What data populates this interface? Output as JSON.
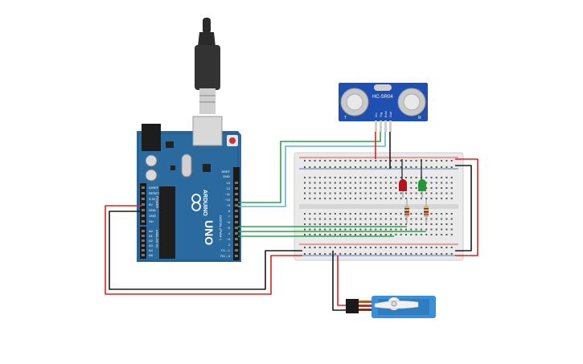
{
  "arduino": {
    "brand": "ARDUINO",
    "model": "UNO",
    "digital_label": "DIGITAL (PWM~)",
    "power_label": "POWER",
    "analog_label": "ANALOG IN",
    "aref": "AREF",
    "gnd": "GND",
    "digital_pins": [
      "13",
      "12",
      "~11",
      "~10",
      "~9",
      "8",
      "7",
      "~6",
      "~5",
      "4",
      "~3",
      "2",
      "TX→1",
      "RX←0"
    ],
    "power_pins": [
      "IOREF",
      "RESET",
      "3.3V",
      "5V",
      "GND",
      "GND",
      "Vin"
    ],
    "analog_pins": [
      "A0",
      "A1",
      "A2",
      "A3",
      "A4",
      "A5"
    ]
  },
  "sensor": {
    "model": "HC-SR04",
    "pins": [
      "Vcc",
      "Trig",
      "Echo",
      "Gnd"
    ],
    "left_mark": "T",
    "right_mark": "R"
  },
  "colors": {
    "board_blue": "#2a6a9e",
    "wire_red": "#e0201b",
    "wire_black": "#1a1a1a",
    "wire_green": "#2ca24a",
    "wire_cyan": "#5fb6cf",
    "led_red": "#b3131b",
    "led_green": "#1f9a36",
    "breadboard": "#eaeaea",
    "servo_blue": "#3a8fd6"
  }
}
